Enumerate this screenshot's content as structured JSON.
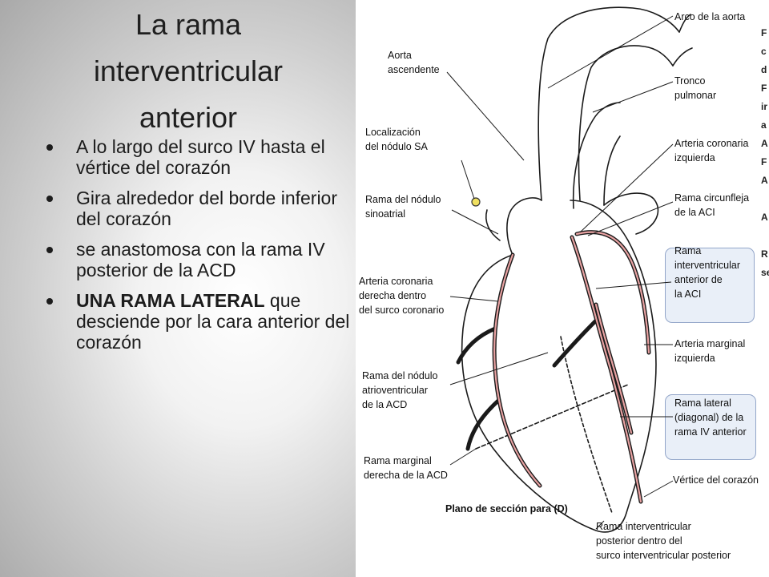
{
  "slide": {
    "title_lines": [
      "La rama",
      "interventricular",
      "anterior"
    ],
    "bullets": [
      {
        "bold": "",
        "text": "A lo largo del surco IV hasta el vértice del corazón"
      },
      {
        "bold": "",
        "text": "Gira alrededor del borde inferior del corazón"
      },
      {
        "bold": "",
        "text": " se anastomosa con la rama IV posterior de la ACD"
      },
      {
        "bold": "UNA RAMA LATERAL",
        "text": " que desciende por la cara anterior del corazón"
      }
    ]
  },
  "diagram": {
    "labels": {
      "arco_aorta": "Arco de la aorta",
      "aorta_asc_1": "Aorta",
      "aorta_asc_2": "ascendente",
      "tronco_1": "Tronco",
      "tronco_2": "pulmonar",
      "loc_sa_1": "Localización",
      "loc_sa_2": "del nódulo SA",
      "aci_1": "Arteria coronaria",
      "aci_2": "izquierda",
      "rama_sa_1": "Rama del nódulo",
      "rama_sa_2": "sinoatrial",
      "circ_1": "Rama circunfleja",
      "circ_2": "de la ACI",
      "iva_1": "Rama",
      "iva_2": "interventricular",
      "iva_3": "anterior de",
      "iva_4": "la ACI",
      "acd_1": "Arteria coronaria",
      "acd_2": "derecha dentro",
      "acd_3": "del surco coronario",
      "marg_izq_1": "Arteria marginal",
      "marg_izq_2": "izquierda",
      "av_1": "Rama del nódulo",
      "av_2": "atrioventricular",
      "av_3": "de la ACD",
      "lat_1": "Rama lateral",
      "lat_2": "(diagonal) de la",
      "lat_3": "rama IV anterior",
      "marg_der_1": "Rama marginal",
      "marg_der_2": "derecha de la ACD",
      "vertice": "Vértice del corazón",
      "plano": "Plano de sección para (D)",
      "ivp_1": "Rama interventricular",
      "ivp_2": "posterior dentro del",
      "ivp_3": "surco interventricular posterior"
    },
    "edge_fragments": [
      "F",
      "c",
      "d",
      "F",
      "ir",
      "a",
      "A",
      "F",
      "A",
      "",
      "A",
      "",
      "R",
      "se"
    ]
  }
}
